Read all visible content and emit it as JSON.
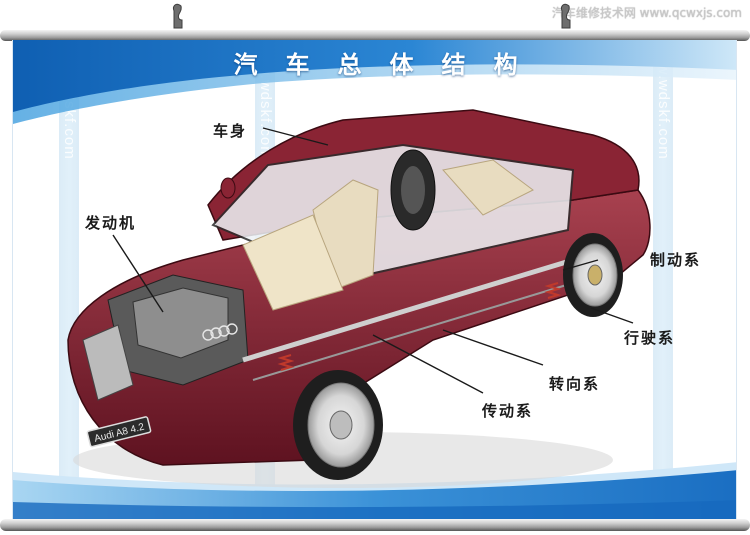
{
  "watermark": {
    "site": "汽车维修技术网 www.qcwxjs.com",
    "stripe_text": "www.wdskf.com"
  },
  "poster": {
    "title": "汽车总体结构",
    "plate": "Audi A8 4.2"
  },
  "labels": [
    {
      "id": "body",
      "text": "车身"
    },
    {
      "id": "engine",
      "text": "发动机"
    },
    {
      "id": "brake",
      "text": "制动系"
    },
    {
      "id": "running",
      "text": "行驶系"
    },
    {
      "id": "steering",
      "text": "转向系"
    },
    {
      "id": "drivetrain",
      "text": "传动系"
    }
  ],
  "colors": {
    "banner_blue": "#1f74c4",
    "banner_light": "#9fd0f0",
    "car_body": "#7a1a2a",
    "car_body_light": "#a8414f",
    "interior": "#e8dcc0",
    "label_text": "#1a1a1a"
  }
}
